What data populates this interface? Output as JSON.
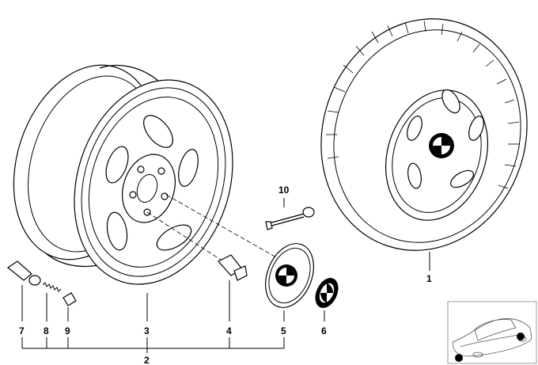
{
  "labels": {
    "tire_wheel": "1",
    "sub_assembly": "2",
    "wheel_rim": "3",
    "wheel_bolt": "4",
    "hub_cap": "5",
    "emblem": "6",
    "valve_stem": "7",
    "valve_spring": "8",
    "valve_cap": "9",
    "lock_tool": "10"
  },
  "colors": {
    "line": "#000000",
    "background": "#ffffff",
    "thumbnail_border": "#999999"
  }
}
